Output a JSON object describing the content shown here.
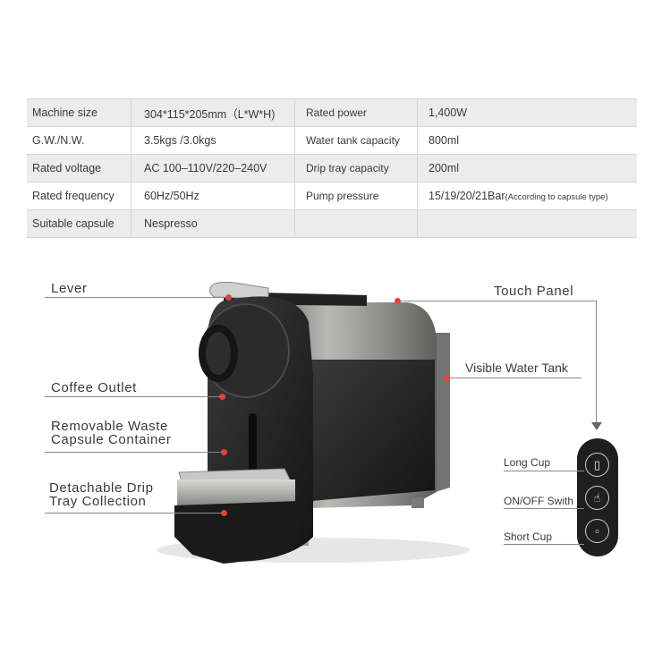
{
  "specs": [
    {
      "k1": "Machine size",
      "v1": "304*115*205mm（L*W*H)",
      "k2": "Rated power",
      "v2": "1,400W"
    },
    {
      "k1": "G.W./N.W.",
      "v1": "3.5kgs /3.0kgs",
      "k2": "Water tank capacity",
      "v2": "800ml"
    },
    {
      "k1": "Rated voltage",
      "v1": "AC 100–110V/220–240V",
      "k2": "Drip tray capacity",
      "v2": " 200ml"
    },
    {
      "k1": "Rated frequency",
      "v1": "60Hz/50Hz",
      "k2": "Pump pressure",
      "v2": "15/19/20/21Bar",
      "v2_note": "(According to capsule type)"
    },
    {
      "k1": "Suitable capsule",
      "v1": "Nespresso",
      "k2": "",
      "v2": ""
    }
  ],
  "callouts": {
    "lever": "Lever",
    "coffee_outlet": "Coffee Outlet",
    "waste_line1": "Removable Waste",
    "waste_line2": "Capsule Container",
    "drip_line1": "Detachable Drip",
    "drip_line2": "Tray Collection",
    "touch_panel": "Touch Panel",
    "water_tank": "Visible Water Tank"
  },
  "panel": {
    "long_cup": "Long Cup",
    "on_off": "ON/OFF Swith",
    "short_cup": "Short Cup"
  },
  "colors": {
    "accent_dot": "#e8413c",
    "body_black": "#1e1e1e",
    "body_silver": "#9a9a98"
  }
}
